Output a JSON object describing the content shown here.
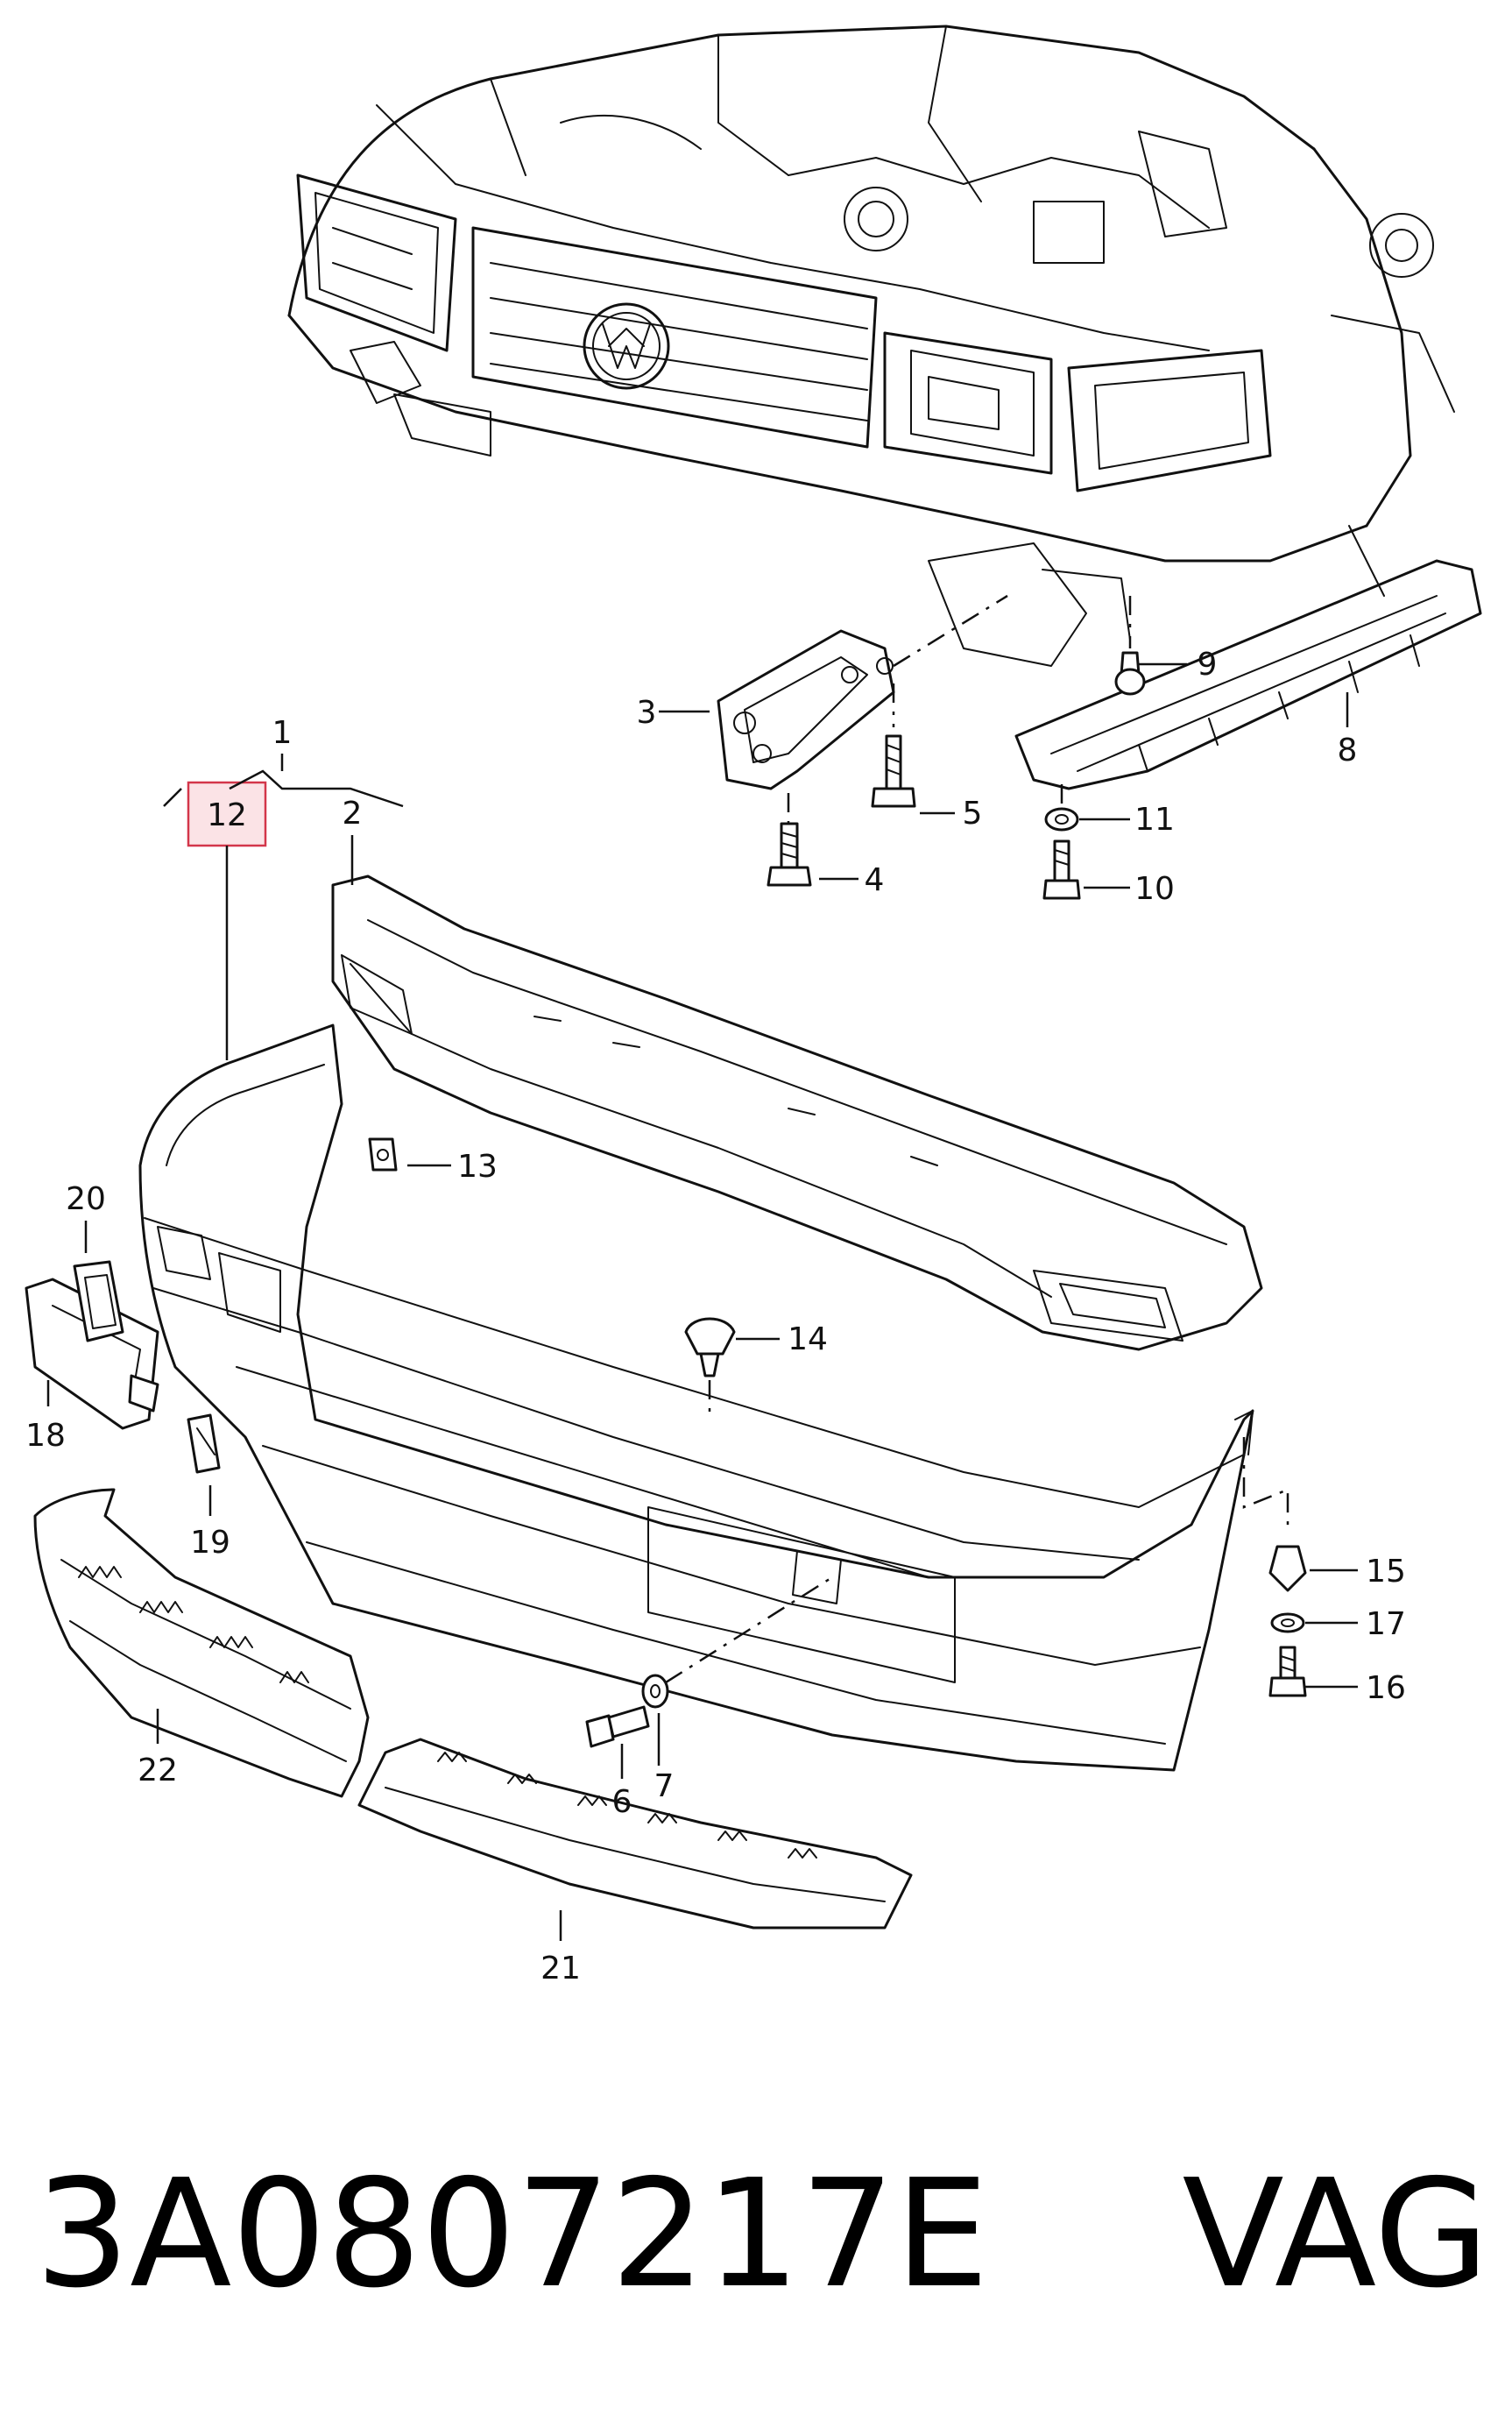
{
  "diagram": {
    "labels": [
      {
        "id": "1",
        "text": "1"
      },
      {
        "id": "2",
        "text": "2"
      },
      {
        "id": "3",
        "text": "3"
      },
      {
        "id": "4",
        "text": "4"
      },
      {
        "id": "5",
        "text": "5"
      },
      {
        "id": "6",
        "text": "6"
      },
      {
        "id": "7",
        "text": "7"
      },
      {
        "id": "8",
        "text": "8"
      },
      {
        "id": "9",
        "text": "9"
      },
      {
        "id": "10",
        "text": "10"
      },
      {
        "id": "11",
        "text": "11"
      },
      {
        "id": "12",
        "text": "12"
      },
      {
        "id": "13",
        "text": "13"
      },
      {
        "id": "14",
        "text": "14"
      },
      {
        "id": "15",
        "text": "15"
      },
      {
        "id": "16",
        "text": "16"
      },
      {
        "id": "17",
        "text": "17"
      },
      {
        "id": "18",
        "text": "18"
      },
      {
        "id": "19",
        "text": "19"
      },
      {
        "id": "20",
        "text": "20"
      },
      {
        "id": "21",
        "text": "21"
      },
      {
        "id": "22",
        "text": "22"
      }
    ],
    "highlighted_part": "12",
    "highlight_color": "#d3364a"
  },
  "caption": {
    "part_number": "3A0807217E",
    "brand": "VAG"
  }
}
